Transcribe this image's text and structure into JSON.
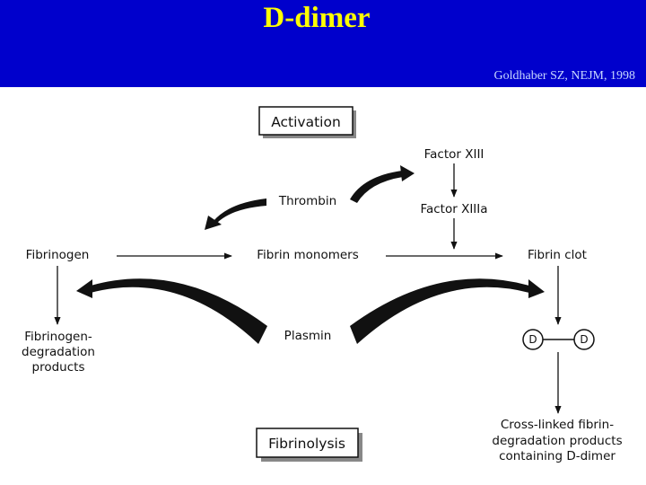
{
  "header": {
    "title": "D-dimer",
    "citation": "Goldhaber SZ, NEJM, 1998",
    "background_color": "#0000cc",
    "title_color": "#ffff00"
  },
  "diagram": {
    "activation_box": "Activation",
    "fibrinolysis_box": "Fibrinolysis",
    "factor_xiii": "Factor XIII",
    "factor_xiiia": "Factor XIIIa",
    "thrombin": "Thrombin",
    "fibrinogen": "Fibrinogen",
    "fibrin_monomers": "Fibrin monomers",
    "fibrin_clot": "Fibrin clot",
    "plasmin": "Plasmin",
    "fibrinogen_degradation_products": [
      "Fibrinogen-",
      "degradation",
      "products"
    ],
    "cross_linked_products": [
      "Cross-linked fibrin-",
      "degradation products",
      "containing D-dimer"
    ],
    "d_unit_left": "D",
    "d_unit_right": "D"
  }
}
